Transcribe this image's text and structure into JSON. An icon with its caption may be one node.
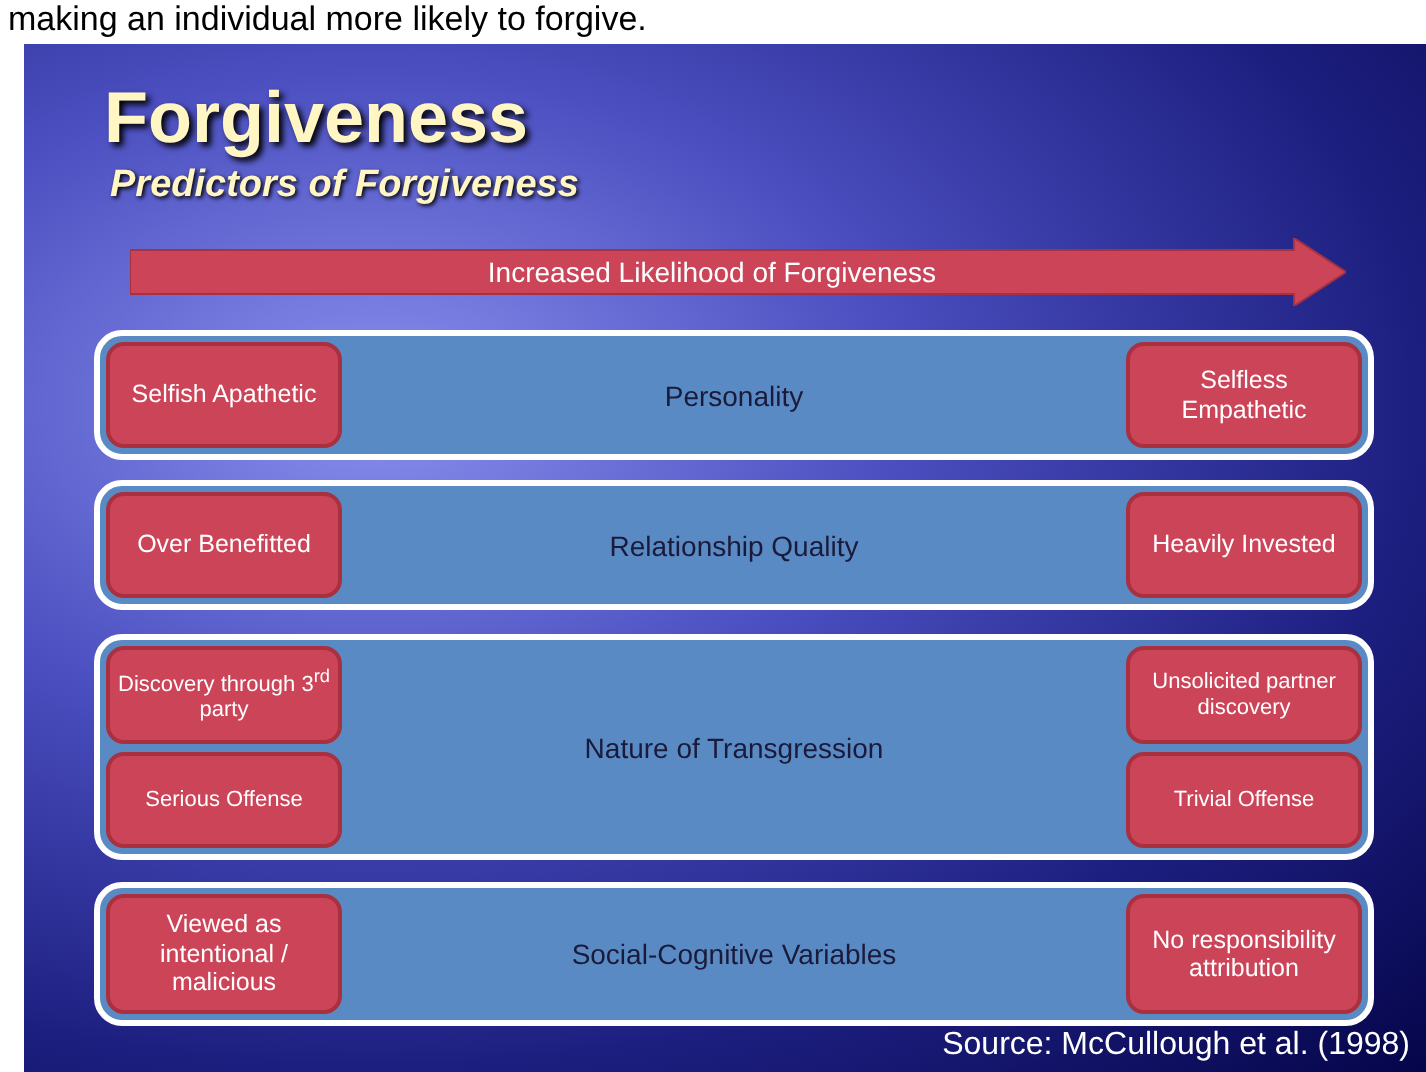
{
  "diagram": {
    "title": "Forgiveness",
    "nodes": [
      {
        "text": [
          "Increased Likelihood of Forgiveness"
        ]
      },
      {
        "text": [
          "Personality"
        ]
      },
      {
        "text": [
          "Selfish Apathetic"
        ],
        "in": 1
      },
      {
        "text": [
          "Selfless Empathetic"
        ],
        "in": 1
      },
      {
        "text": [
          "Relationship Quality"
        ]
      },
      {
        "text": [
          "Over Benefitted"
        ],
        "in": 4
      },
      {
        "text": [
          "Heavily Invested"
        ],
        "in": 4
      },
      {
        "text": [
          "Nature of Transgression"
        ]
      },
      {
        "text": [
          "Discovery through 3$^{rd}$ party"
        ],
        "in": 7
      },
      {
        "text": [
          "Unsolicited partner discovery"
        ],
        "in": 7
      },
      {
        "text": [
          "Serious Offense"
        ],
        "in": 7
      },
      {
        "text": [
          "Trivial Offense"
        ],
        "in": 7
      },
      {
        "text": [
          "Social-Cognitive Variables"
        ]
      },
      {
        "text": [
          "Viewed as intentional / malicious"
        ],
        "in": 12
      },
      {
        "text": [
          "No responsibility attribution"
        ],
        "in": 12
      }
    ],
    "caption": "Source:  McCullough et al. (1998)",
    "labels": [
      "making an individual more likely to forgive.",
      "Predictors of Forgiveness"
    ]
  }
}
